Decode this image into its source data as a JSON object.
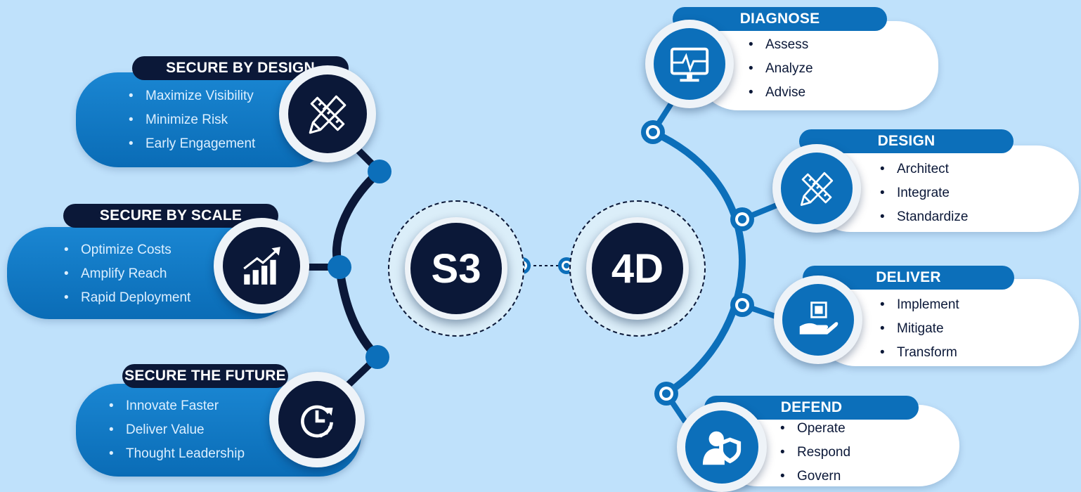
{
  "left_hub": {
    "label": "S3"
  },
  "right_hub": {
    "label": "4D"
  },
  "s3_items": [
    {
      "title": "SECURE BY DESIGN",
      "icon": "ruler-pencil-icon",
      "bullets": [
        "Maximize Visibility",
        "Minimize Risk",
        "Early Engagement"
      ]
    },
    {
      "title": "SECURE BY SCALE",
      "icon": "growth-chart-icon",
      "bullets": [
        "Optimize Costs",
        "Amplify Reach",
        "Rapid Deployment"
      ]
    },
    {
      "title": "SECURE THE FUTURE",
      "icon": "clock-refresh-icon",
      "bullets": [
        "Innovate Faster",
        "Deliver Value",
        "Thought Leadership"
      ]
    }
  ],
  "d4_items": [
    {
      "title": "DIAGNOSE",
      "icon": "monitor-heartbeat-icon",
      "bullets": [
        "Assess",
        "Analyze",
        "Advise"
      ]
    },
    {
      "title": "DESIGN",
      "icon": "ruler-pencil-icon",
      "bullets": [
        "Architect",
        "Integrate",
        "Standardize"
      ]
    },
    {
      "title": "DELIVER",
      "icon": "hand-box-icon",
      "bullets": [
        "Implement",
        "Mitigate",
        "Transform"
      ]
    },
    {
      "title": "DEFEND",
      "icon": "user-shield-icon",
      "bullets": [
        "Operate",
        "Respond",
        "Govern"
      ]
    }
  ],
  "colors": {
    "background": "#bfe1fb",
    "navy": "#0b1838",
    "blue": "#0c6fba",
    "light_blue": "#1a86d2",
    "white": "#ffffff"
  }
}
